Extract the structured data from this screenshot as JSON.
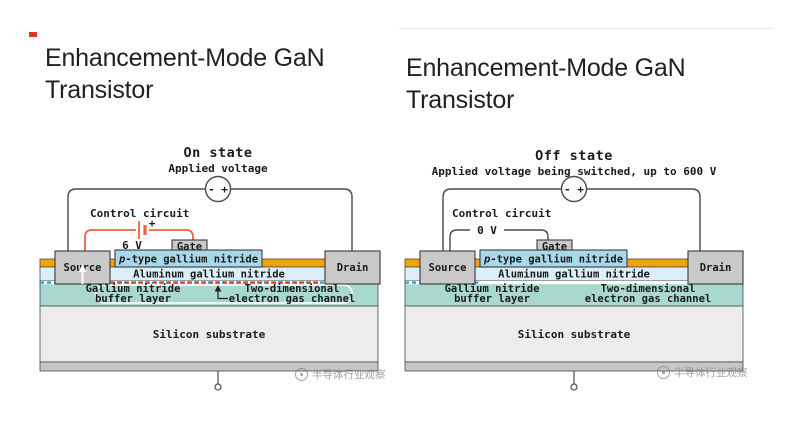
{
  "page": {
    "titles": {
      "left": "Enhancement-Mode GaN Transistor",
      "right": "Enhancement-Mode GaN Transistor"
    },
    "watermark": {
      "text": "半导体行业观察"
    }
  },
  "colors": {
    "wire": "#4a4a4a",
    "control_wire_on": "#f2603c",
    "contact_fill": "#c9c9c9",
    "pgan_fill": "#a8d8ea",
    "algan_fill": "#dceef8",
    "barrier_stripe": "#f0a30a",
    "buffer_fill": "#a9d8ce",
    "substrate_fill": "#ececec",
    "substrate_base": "#c6c6c6",
    "channel_2deg_blue": "#2f9fd0",
    "channel_electrons_red": "#e2402c"
  },
  "diagrams": [
    {
      "state_label": "On state",
      "subtitle": "Applied voltage",
      "voltage_source_symbol": "- +",
      "control_label": "Control circuit",
      "control_voltage": "6 V",
      "battery_plus": "+",
      "gate_label": "Gate",
      "source_label": "Source",
      "drain_label": "Drain",
      "pgan_italic": "p",
      "pgan_rest": "-type gallium nitride",
      "algan_label": "Aluminum gallium nitride",
      "buffer_line1": "Gallium nitride",
      "buffer_line2": "buffer layer",
      "channel_line1": "Two-dimensional",
      "channel_line2": "electron gas channel",
      "substrate_label": "Silicon substrate"
    },
    {
      "state_label": "Off state",
      "subtitle": "Applied voltage being switched, up to 600 V",
      "voltage_source_symbol": "- +",
      "control_label": "Control circuit",
      "control_voltage": "0 V",
      "gate_label": "Gate",
      "source_label": "Source",
      "drain_label": "Drain",
      "pgan_italic": "p",
      "pgan_rest": "-type gallium nitride",
      "algan_label": "Aluminum gallium nitride",
      "buffer_line1": "Gallium nitride",
      "buffer_line2": "buffer layer",
      "channel_line1": "Two-dimensional",
      "channel_line2": "electron gas channel",
      "substrate_label": "Silicon substrate"
    }
  ]
}
